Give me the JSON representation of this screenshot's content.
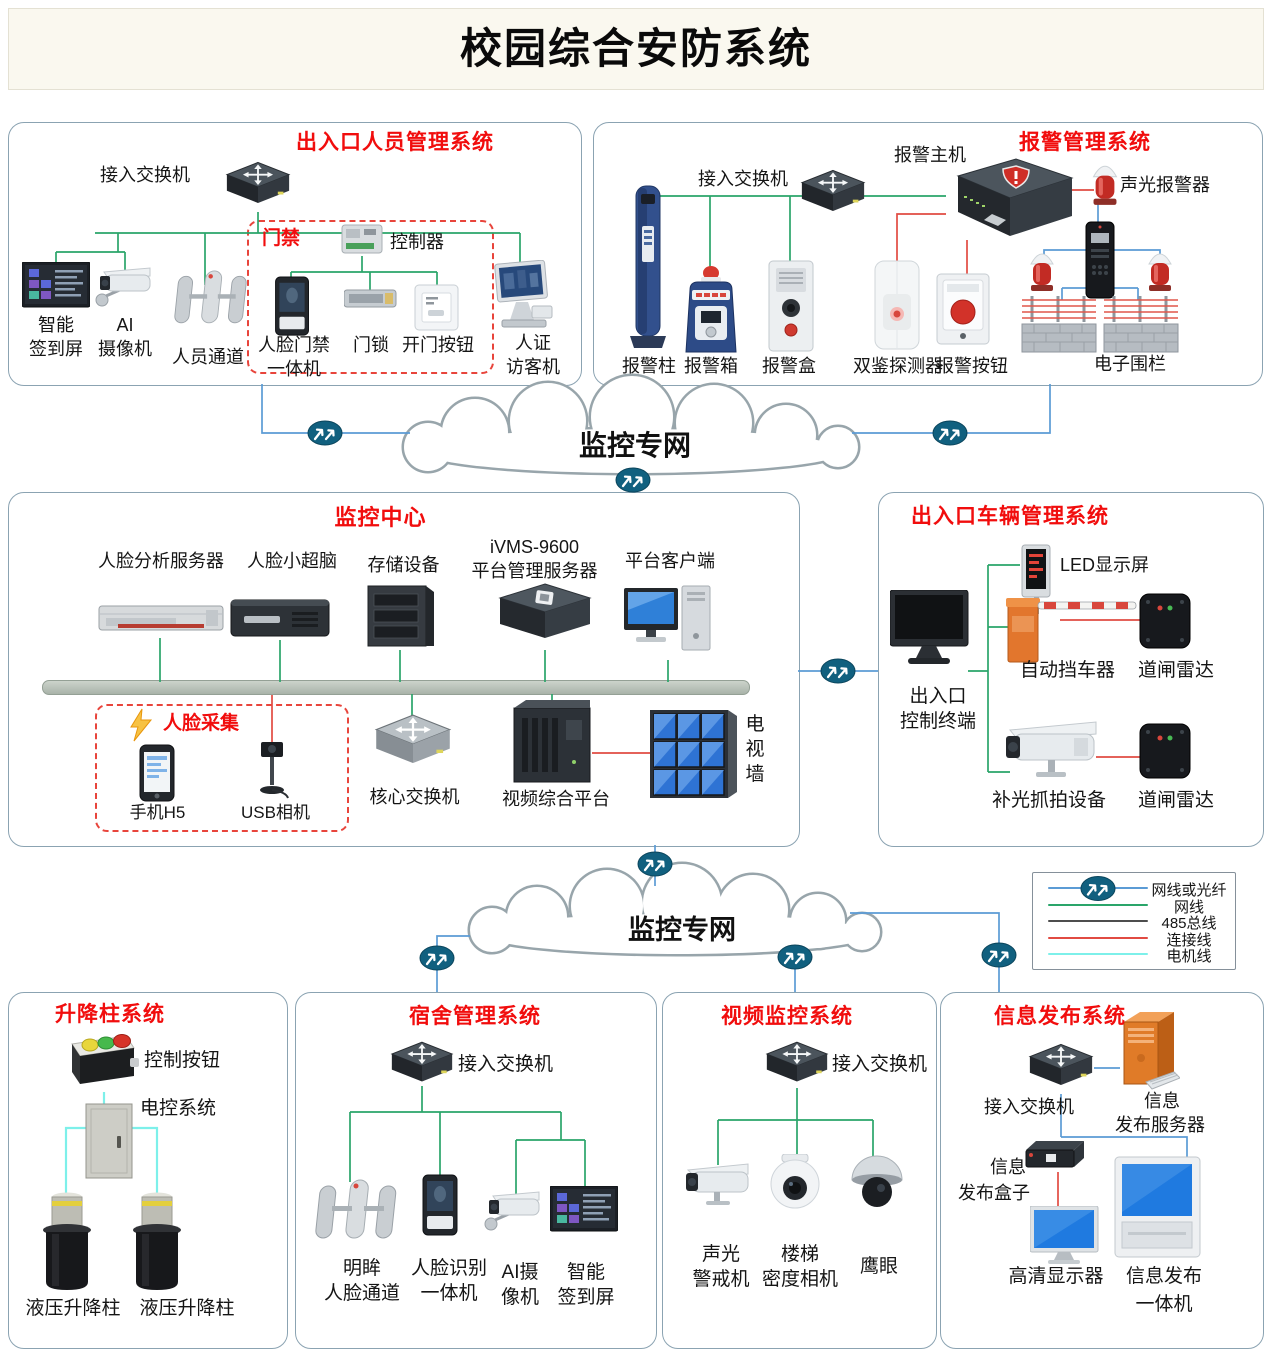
{
  "title": "校园综合安防系统",
  "clouds": {
    "top": "监控专网",
    "bottom": "监控专网"
  },
  "legend": {
    "items": [
      {
        "label": "网线或光纤",
        "color": "#5b9bd5"
      },
      {
        "label": "网线",
        "color": "#2aa56a"
      },
      {
        "label": "485总线",
        "color": "#4d4d4d"
      },
      {
        "label": "连接线",
        "color": "#e14b42"
      },
      {
        "label": "电机线",
        "color": "#7df0ea"
      }
    ]
  },
  "entrance": {
    "title": "出入口人员管理系统",
    "switch_label": "接入交换机",
    "group_label": "门禁",
    "controller_label": "控制器",
    "devices": [
      {
        "lines": [
          "智能",
          "签到屏"
        ]
      },
      {
        "lines": [
          "AI",
          "摄像机"
        ]
      },
      {
        "lines": [
          "人员通道"
        ]
      },
      {
        "lines": [
          "人脸门禁",
          "一体机"
        ]
      },
      {
        "lines": [
          "门锁"
        ]
      },
      {
        "lines": [
          "开门按钮"
        ]
      },
      {
        "lines": [
          "人证",
          "访客机"
        ]
      }
    ]
  },
  "alarm": {
    "title": "报警管理系统",
    "switch_label": "接入交换机",
    "host_label": "报警主机",
    "siren_label": "声光报警器",
    "devices": [
      "报警柱",
      "报警箱",
      "报警盒",
      "双鉴探测器",
      "报警按钮",
      "电子围栏"
    ]
  },
  "center": {
    "title": "监控中心",
    "servers": [
      {
        "lines": [
          "人脸分析服务器"
        ]
      },
      {
        "lines": [
          "人脸小超脑"
        ]
      },
      {
        "lines": [
          "存储设备"
        ]
      },
      {
        "lines": [
          "iVMS-9600",
          "平台管理服务器"
        ]
      },
      {
        "lines": [
          "平台客户端"
        ]
      }
    ],
    "capture": {
      "label": "人脸采集",
      "phone": "手机H5",
      "usb": "USB相机"
    },
    "core_switch": "核心交换机",
    "video_platform": "视频综合平台",
    "tv_wall": [
      "电",
      "视",
      "墙"
    ]
  },
  "vehicle": {
    "title": "出入口车辆管理系统",
    "terminal": [
      "出入口",
      "控制终端"
    ],
    "led": "LED显示屏",
    "barrier": "自动挡车器",
    "radar1": "道闸雷达",
    "camera": "补光抓拍设备",
    "radar2": "道闸雷达"
  },
  "bollard": {
    "title": "升降柱系统",
    "button": "控制按钮",
    "cabinet": "电控系统",
    "col1": "液压升降柱",
    "col2": "液压升降柱"
  },
  "dorm": {
    "title": "宿舍管理系统",
    "switch_label": "接入交换机",
    "devices": [
      {
        "lines": [
          "明眸",
          "人脸通道"
        ]
      },
      {
        "lines": [
          "人脸识别",
          "一体机"
        ]
      },
      {
        "lines": [
          "AI摄",
          "像机"
        ]
      },
      {
        "lines": [
          "智能",
          "签到屏"
        ]
      }
    ]
  },
  "video": {
    "title": "视频监控系统",
    "switch_label": "接入交换机",
    "devices": [
      {
        "lines": [
          "声光",
          "警戒机"
        ]
      },
      {
        "lines": [
          "楼梯",
          "密度相机"
        ]
      },
      {
        "lines": [
          "鹰眼"
        ]
      }
    ]
  },
  "info": {
    "title": "信息发布系统",
    "switch_label": "接入交换机",
    "server": [
      "信息",
      "发布服务器"
    ],
    "box": [
      "信息",
      "发布盒子"
    ],
    "monitor": "高清显示器",
    "kiosk": [
      "信息发布",
      "一体机"
    ]
  }
}
